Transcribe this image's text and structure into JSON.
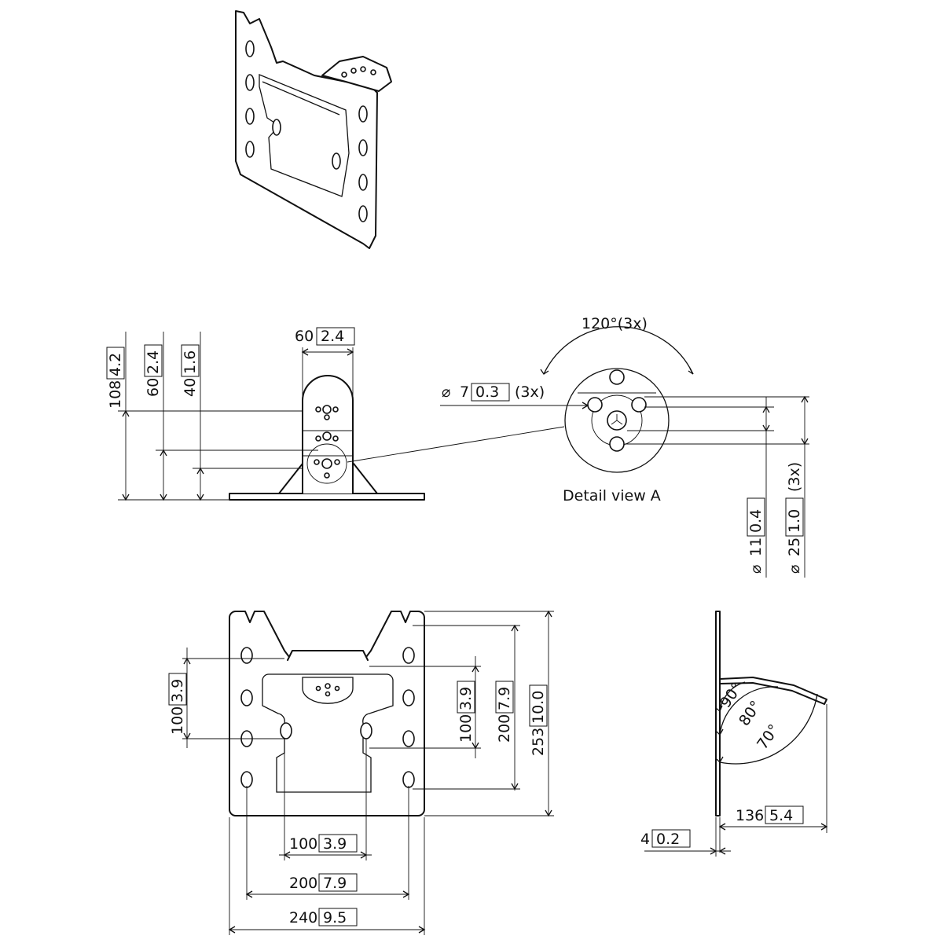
{
  "colors": {
    "line": "#111111",
    "background": "#ffffff"
  },
  "front_view": {
    "dim_overall_height": {
      "main": "108",
      "imperial": "4.2"
    },
    "dim_mid_height": {
      "main": "60",
      "imperial": "2.4"
    },
    "dim_low_height": {
      "main": "40",
      "imperial": "1.6"
    },
    "dim_tab_width": {
      "main": "60",
      "imperial": "2.4"
    }
  },
  "detail": {
    "title": "Detail view A",
    "angle": "120°(3x)",
    "hole_dia": {
      "symbol": "⌀",
      "main": "7",
      "imperial": "0.3",
      "suffix": "(3x)"
    },
    "inner_dia": {
      "symbol": "⌀",
      "main": "11",
      "imperial": "0.4"
    },
    "pitch_dia": {
      "symbol": "⌀",
      "main": "25",
      "imperial": "1.0",
      "suffix": "(3x)"
    }
  },
  "plate_view": {
    "left_vertical": {
      "main": "100",
      "imperial": "3.9"
    },
    "inner_vertical": {
      "main": "100",
      "imperial": "3.9"
    },
    "mid_vertical": {
      "main": "200",
      "imperial": "7.9"
    },
    "overall_vertical": {
      "main": "253",
      "imperial": "10.0"
    },
    "inner_horizontal": {
      "main": "100",
      "imperial": "3.9"
    },
    "mid_horizontal": {
      "main": "200",
      "imperial": "7.9"
    },
    "overall_horizontal": {
      "main": "240",
      "imperial": "9.5"
    }
  },
  "side_view": {
    "angle_a": "90°",
    "angle_b": "80°",
    "angle_c": "70°",
    "depth": {
      "main": "136",
      "imperial": "5.4"
    },
    "thickness": {
      "main": "4",
      "imperial": "0.2"
    }
  }
}
